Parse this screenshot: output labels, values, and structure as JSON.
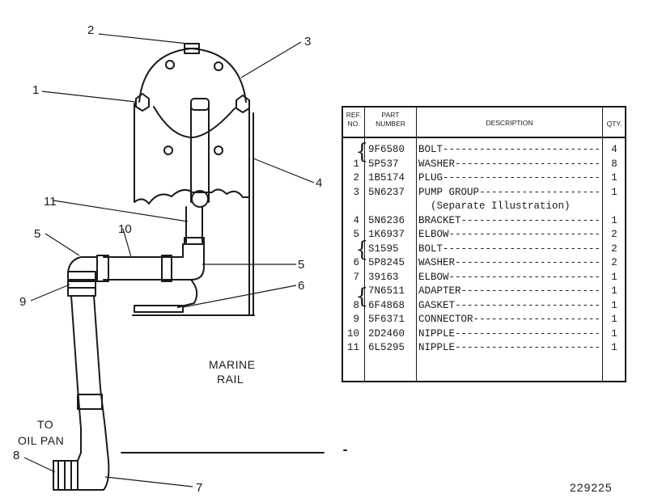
{
  "callouts": {
    "c1": "1",
    "c2": "2",
    "c3": "3",
    "c4": "4",
    "c5a": "5",
    "c5b": "5",
    "c6": "6",
    "c7": "7",
    "c8": "8",
    "c9": "9",
    "c10": "10",
    "c11": "11"
  },
  "notes": {
    "marine_rail_1": "MARINE",
    "marine_rail_2": "RAIL",
    "to_oil_pan_1": "TO",
    "to_oil_pan_2": "OIL PAN"
  },
  "figure_id": "229225",
  "table": {
    "headers": {
      "ref_1": "REF.",
      "ref_2": "NO.",
      "part_1": "PART",
      "part_2": "NUMBER",
      "description": "DESCRIPTION",
      "qty": "QTY."
    },
    "rows": [
      {
        "ref": "",
        "part": "9F6580",
        "desc": "BOLT---------------------------------",
        "qty": "4"
      },
      {
        "ref": "1",
        "part": "5P537",
        "desc": "WASHER-------------------------------",
        "qty": "8"
      },
      {
        "ref": "2",
        "part": "1B5174",
        "desc": "PLUG---------------------------------",
        "qty": "1"
      },
      {
        "ref": "3",
        "part": "5N6237",
        "desc": "PUMP GROUP---------------------------",
        "qty": "1"
      },
      {
        "ref": "",
        "part": "",
        "desc": "  (Separate Illustration)",
        "qty": ""
      },
      {
        "ref": "4",
        "part": "5N6236",
        "desc": "BRACKET------------------------------",
        "qty": "1"
      },
      {
        "ref": "5",
        "part": "1K6937",
        "desc": "ELBOW--------------------------------",
        "qty": "2"
      },
      {
        "ref": "",
        "part": "S1595",
        "desc": "BOLT---------------------------------",
        "qty": "2"
      },
      {
        "ref": "6",
        "part": "5P8245",
        "desc": "WASHER-------------------------------",
        "qty": "2"
      },
      {
        "ref": "7",
        "part": "39163",
        "desc": "ELBOW--------------------------------",
        "qty": "1"
      },
      {
        "ref": "",
        "part": "7N6511",
        "desc": "ADAPTER------------------------------",
        "qty": "1"
      },
      {
        "ref": "8",
        "part": "6F4868",
        "desc": "GASKET-------------------------------",
        "qty": "1"
      },
      {
        "ref": "9",
        "part": "5F6371",
        "desc": "CONNECTOR----------------------------",
        "qty": "1"
      },
      {
        "ref": "10",
        "part": "2D2460",
        "desc": "NIPPLE-------------------------------",
        "qty": "1"
      },
      {
        "ref": "11",
        "part": "6L5295",
        "desc": "NIPPLE-------------------------------",
        "qty": "1"
      }
    ]
  },
  "colors": {
    "ink": "#1a1a1a",
    "paper": "#ffffff"
  }
}
